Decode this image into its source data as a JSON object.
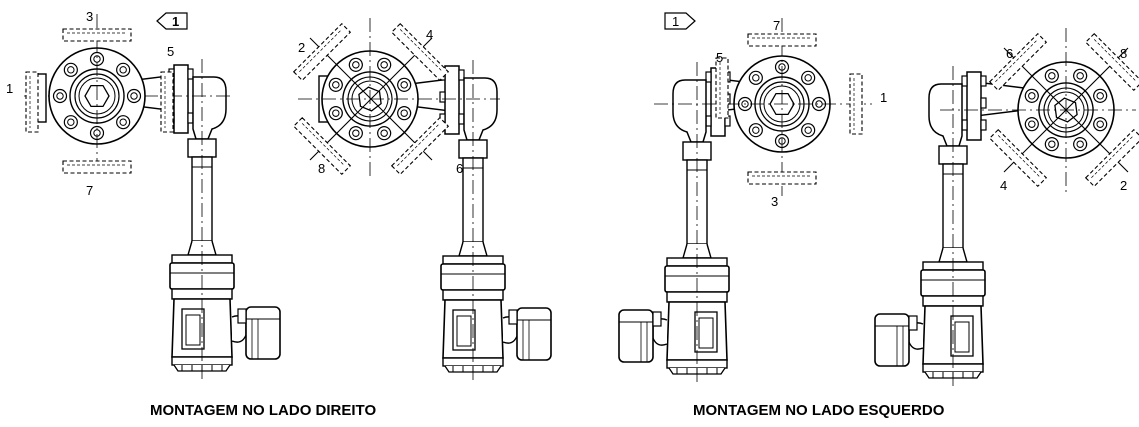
{
  "captions": {
    "right_side": "MONTAGEM NO LADO DIREITO",
    "left_side": "MONTAGEM NO LADO ESQUERDO"
  },
  "views": {
    "rm_a": {
      "labels": {
        "top": "3",
        "left": "1",
        "bottom": "7",
        "side": "5"
      },
      "note_flag": "1"
    },
    "rm_b": {
      "labels": {
        "tl": "2",
        "tr": "4",
        "bl": "8",
        "br": "6"
      }
    },
    "lm_a": {
      "labels": {
        "top": "7",
        "right": "1",
        "bottom": "3",
        "side": "5"
      },
      "note_flag": "1"
    },
    "lm_b": {
      "labels": {
        "tl": "6",
        "tr": "8",
        "bl": "4",
        "br": "2"
      }
    }
  }
}
